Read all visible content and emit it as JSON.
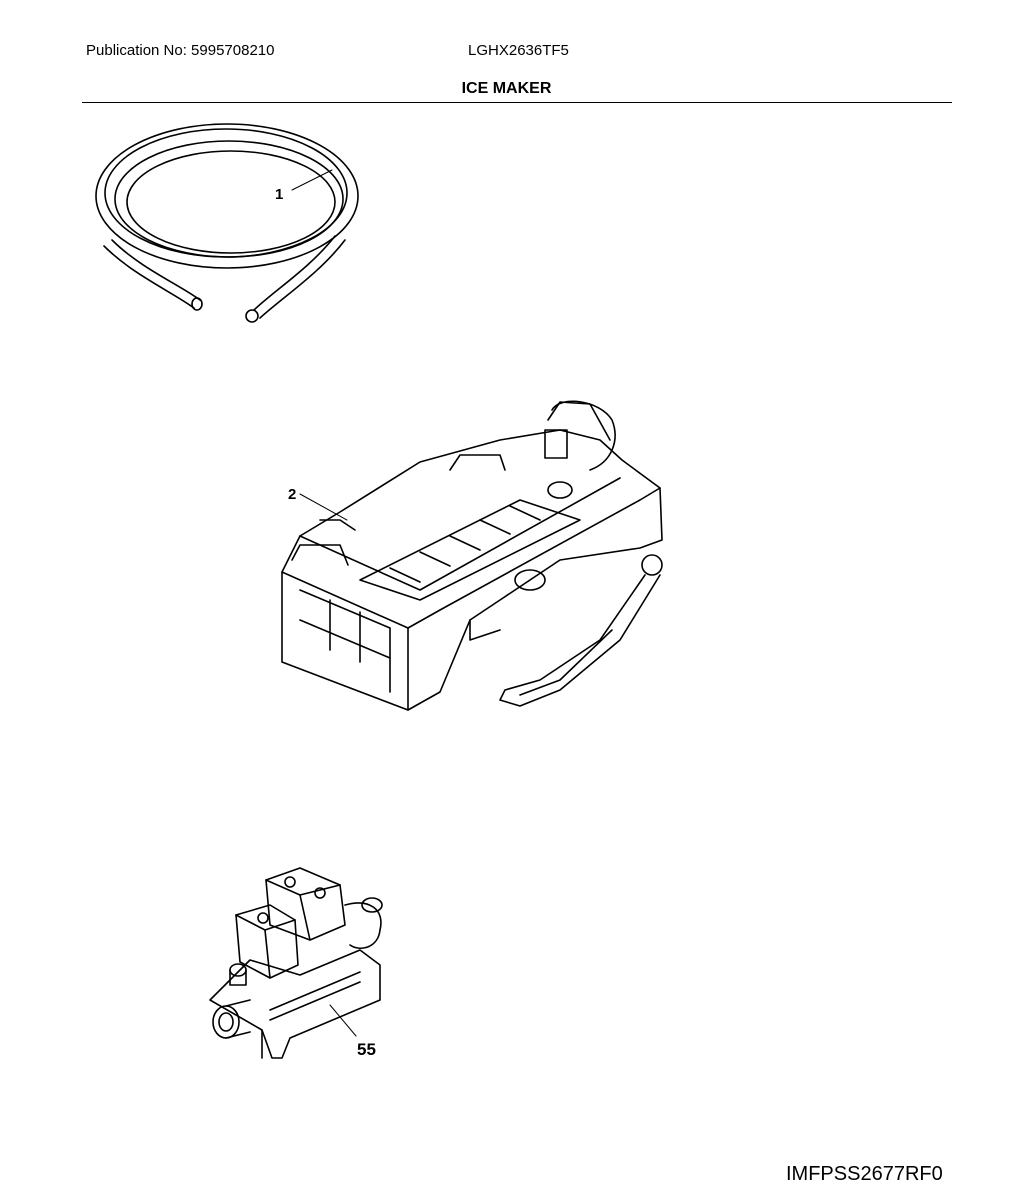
{
  "header": {
    "publication": "Publication No: 5995708210",
    "model": "LGHX2636TF5",
    "title": "ICE MAKER"
  },
  "parts": [
    {
      "callout": "1",
      "icon": "tubing-coil-icon"
    },
    {
      "callout": "2",
      "icon": "ice-maker-assembly-icon"
    },
    {
      "callout": "55",
      "icon": "water-valve-icon"
    }
  ],
  "footer": {
    "code": "IMFPSS2677RF0"
  }
}
